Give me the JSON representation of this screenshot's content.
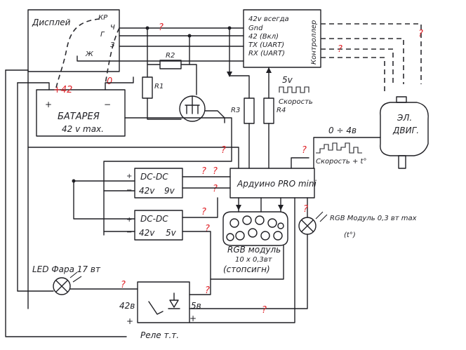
{
  "display": {
    "name": "Дисплей",
    "pins": [
      "КР",
      "Ч",
      "Г",
      "З",
      "Ж"
    ]
  },
  "controller": {
    "name": "Контроллер",
    "pins": [
      "42v всегда",
      "Gnd",
      "42 (Вкл)",
      "TX (UART)",
      "RX (UART)"
    ]
  },
  "battery": {
    "label": "БАТАРЕЯ",
    "spec": "42 v max.",
    "plus_symbol": "+",
    "minus_symbol": "−"
  },
  "markers": {
    "plus42": "+42",
    "zero": "0",
    "q": "?"
  },
  "resistors": {
    "r1": "R1",
    "r2": "R2",
    "r3": "R3",
    "r4": "R4"
  },
  "speed_signal": {
    "voltage": "5v",
    "label": "Скорость"
  },
  "motor": {
    "label_line1": "ЭЛ.",
    "label_line2": "ДВИГ."
  },
  "sensor": {
    "range": "0 ÷ 4в",
    "label": "Скорость + t°"
  },
  "dcdc9": {
    "title": "DC-DC",
    "vin": "42v",
    "vout": "9v",
    "plus": "+",
    "minus": "−"
  },
  "dcdc5": {
    "title": "DC-DC",
    "vin": "42v",
    "vout": "5v",
    "plus": "+",
    "minus": "−"
  },
  "arduino": {
    "label": "Ардуино PRO mini"
  },
  "rgb_module": {
    "line1": "RGB модуль",
    "line2": "10 x 0,3вт",
    "line3": "(стопсигн)"
  },
  "rgb_single": {
    "line1": "RGB Модуль 0,3 вт max",
    "line2": "(t°)"
  },
  "led": {
    "label": "LED Фара 17 вт"
  },
  "relay": {
    "label": "Реле т.т.",
    "v42": "42в",
    "v5": "5в",
    "plus": "+"
  }
}
